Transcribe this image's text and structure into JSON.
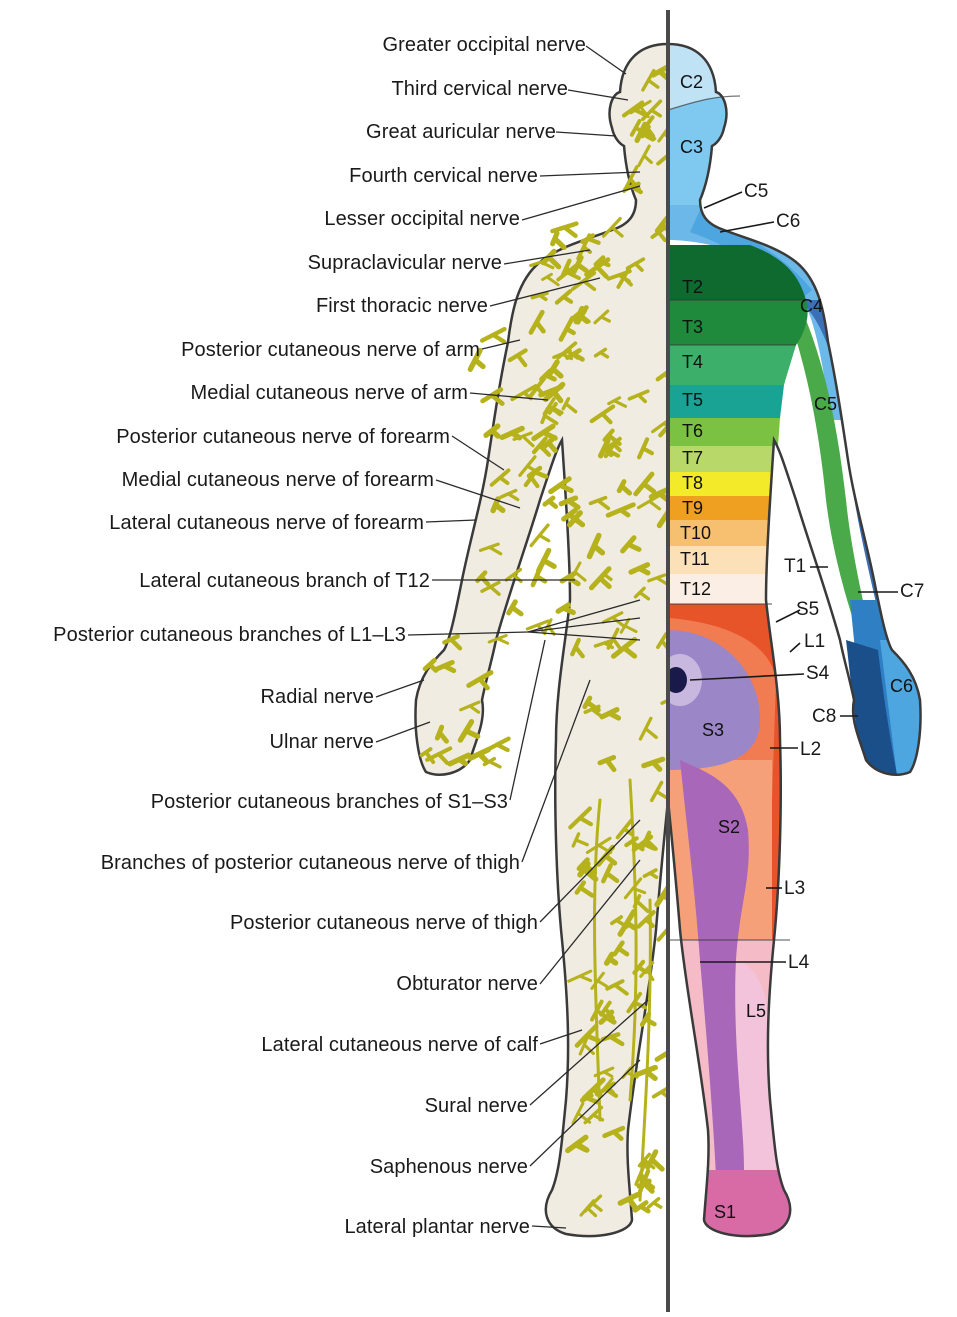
{
  "nerve_labels": [
    "Greater occipital nerve",
    "Third cervical nerve",
    "Great auricular nerve",
    "Fourth cervical nerve",
    "Lesser occipital nerve",
    "Supraclavicular nerve",
    "First thoracic nerve",
    "Posterior cutaneous nerve of arm",
    "Medial cutaneous nerve of arm",
    "Posterior cutaneous nerve of forearm",
    "Medial cutaneous nerve of forearm",
    "Lateral cutaneous nerve of forearm",
    "Lateral cutaneous branch of T12",
    "Posterior cutaneous branches of L1–L3",
    "Radial nerve",
    "Ulnar nerve",
    "Posterior cutaneous branches of S1–S3",
    "Branches of posterior cutaneous nerve of thigh",
    "Posterior cutaneous nerve of thigh",
    "Obturator nerve",
    "Lateral cutaneous nerve of calf",
    "Sural nerve",
    "Saphenous nerve",
    "Lateral plantar nerve"
  ],
  "dermatomes": {
    "C2": "C2",
    "C3": "C3",
    "C4": "C4",
    "C5": "C5",
    "C6": "C6",
    "C7": "C7",
    "C8": "C8",
    "T1": "T1",
    "T2": "T2",
    "T3": "T3",
    "T4": "T4",
    "T5": "T5",
    "T6": "T6",
    "T7": "T7",
    "T8": "T8",
    "T9": "T9",
    "T10": "T10",
    "T11": "T11",
    "T12": "T12",
    "L1": "L1",
    "L2": "L2",
    "L3": "L3",
    "L4": "L4",
    "L5": "L5",
    "S1": "S1",
    "S2": "S2",
    "S3": "S3",
    "S4": "S4",
    "S5": "S5"
  },
  "colors": {
    "skin": "#f1ece2",
    "nerve": "#b5b21c",
    "outline": "#3a3a3a",
    "C2": "#bfe2f5",
    "C3": "#7fc8f0",
    "C4": "#6cb8e8",
    "C5": "#3b6fb6",
    "C6": "#4ea6e0",
    "C7": "#2e7fc4",
    "C8": "#1b4f8a",
    "T1": "#4aaa4a",
    "T2": "#0e6a2e",
    "T3": "#1f8a3c",
    "T4": "#3cb06a",
    "T5": "#19a394",
    "T6": "#7cc242",
    "T7": "#b8d86a",
    "T8": "#f3ea2a",
    "T9": "#f0a020",
    "T10": "#f7c070",
    "T11": "#fbe0b8",
    "T12": "#fbeee4",
    "L1": "#e8542a",
    "L2": "#f27c52",
    "L3": "#f6a07a",
    "L4": "#f5bcc8",
    "L5": "#f2c3da",
    "S1": "#d86aa6",
    "S2": "#a867b8",
    "S3": "#9b86c8",
    "S4": "#c8b8e0",
    "S5": "#e25a34"
  }
}
